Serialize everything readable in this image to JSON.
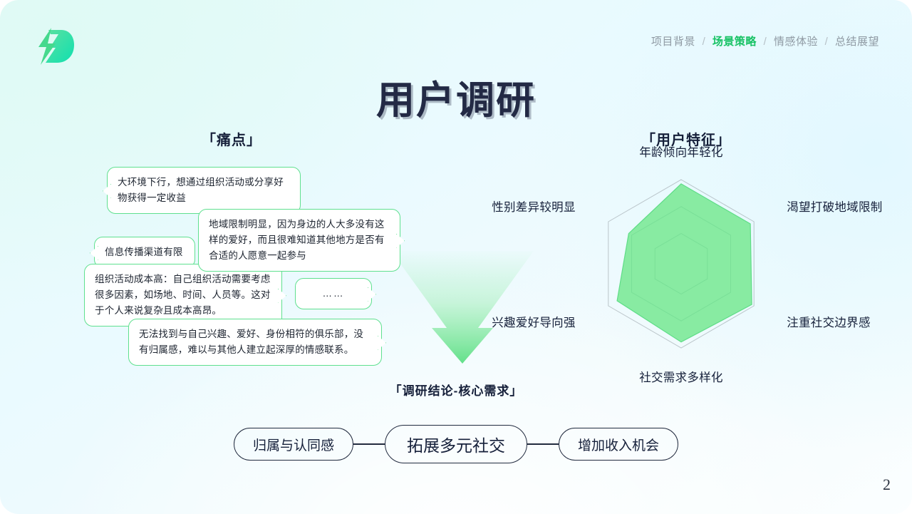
{
  "page": {
    "number": "2",
    "title": "用户调研",
    "accent_green": "#17c264",
    "bubble_border": "#5fe08f",
    "ink": "#16203a",
    "background": "#e9fbfb"
  },
  "header": {
    "logo_name": "lightning-d-logo",
    "breadcrumb": [
      {
        "label": "项目背景",
        "active": false
      },
      {
        "label": "场景策略",
        "active": true
      },
      {
        "label": "情感体验",
        "active": false
      },
      {
        "label": "总结展望",
        "active": false
      }
    ],
    "separator": "/"
  },
  "sections": {
    "pain_points_heading": "「痛点」",
    "user_traits_heading": "「用户特征」",
    "conclusion_heading": "「调研结论-核心需求」"
  },
  "pain_points": [
    {
      "id": "b1",
      "text": "大环境下行，想通过组织活动或分享好物获得一定收益",
      "tail": "left"
    },
    {
      "id": "b2",
      "text": "地域限制明显，因为身边的人大多没有这样的爱好，而且很难知道其他地方是否有合适的人愿意一起参与",
      "tail": "right"
    },
    {
      "id": "b3",
      "text": "信息传播渠道有限",
      "tail": "left"
    },
    {
      "id": "b4",
      "text": "组织活动成本高：自己组织活动需要考虑很多因素，如场地、时间、人员等。这对于个人来说复杂且成本高昂。",
      "tail": "right"
    },
    {
      "id": "b5",
      "text": "……",
      "tail": "right"
    },
    {
      "id": "b6",
      "text": "无法找到与自己兴趣、爱好、身份相符的俱乐部，没有归属感，难以与其他人建立起深厚的情感联系。",
      "tail": "right"
    }
  ],
  "conclusion_items": [
    {
      "label": "归属与认同感",
      "size": "small"
    },
    {
      "label": "拓展多元社交",
      "size": "big"
    },
    {
      "label": "增加收入机会",
      "size": "small"
    }
  ],
  "chart_data": {
    "type": "radar",
    "title": "「用户特征」",
    "categories": [
      "年龄倾向年轻化",
      "渴望打破地域限制",
      "注重社交边界感",
      "社交需求多样化",
      "兴趣爱好导向强",
      "性别差异较明显"
    ],
    "values": [
      0.95,
      0.95,
      0.97,
      0.93,
      0.88,
      0.72
    ],
    "max": 1.0,
    "rings": [
      0.36,
      0.68,
      1.0
    ],
    "grid": true,
    "legend": "none",
    "fill_color": "#7fe99a",
    "grid_color": "#a9b3b8"
  }
}
